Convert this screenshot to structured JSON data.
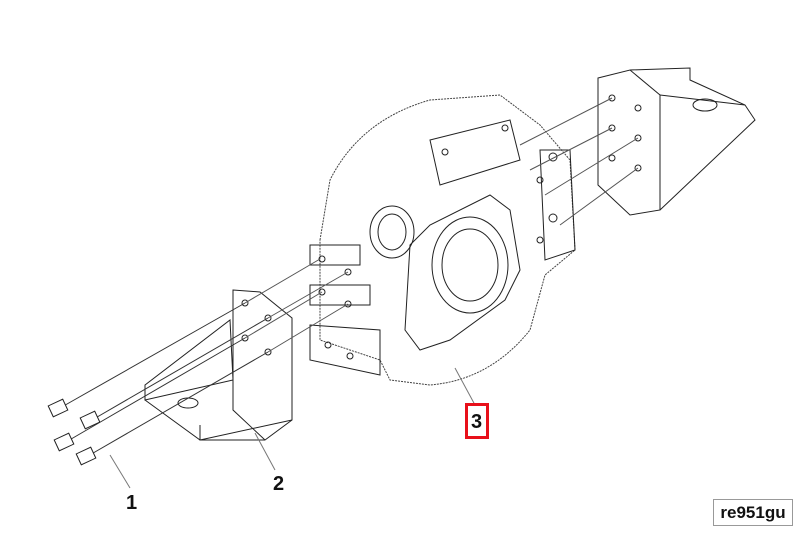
{
  "diagram": {
    "callouts": [
      {
        "id": "1",
        "label": "1"
      },
      {
        "id": "2",
        "label": "2"
      },
      {
        "id": "3",
        "label": "3",
        "highlighted": true
      }
    ],
    "reference_code": "re951gu",
    "highlight_color": "#e8101a"
  }
}
